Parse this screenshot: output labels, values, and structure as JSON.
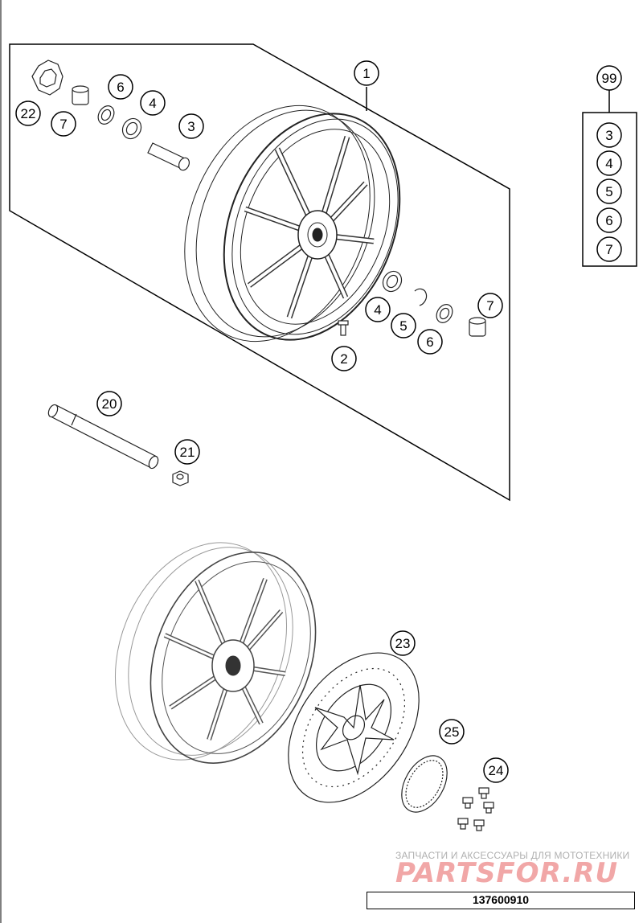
{
  "callouts": {
    "c1": "1",
    "c2": "2",
    "c3": "3",
    "c4a": "4",
    "c4b": "4",
    "c5": "5",
    "c6a": "6",
    "c6b": "6",
    "c7a": "7",
    "c7b": "7",
    "c20": "20",
    "c21": "21",
    "c22": "22",
    "c23": "23",
    "c24": "24",
    "c25": "25",
    "c99": "99"
  },
  "kit_list": [
    "3",
    "4",
    "5",
    "6",
    "7"
  ],
  "watermark": {
    "subtitle": "ЗАПЧАСТИ И АКСЕССУАРЫ ДЛЯ МОТОТЕХНИКИ",
    "brand": "PARTSFOR.RU"
  },
  "document_number": "137600910"
}
